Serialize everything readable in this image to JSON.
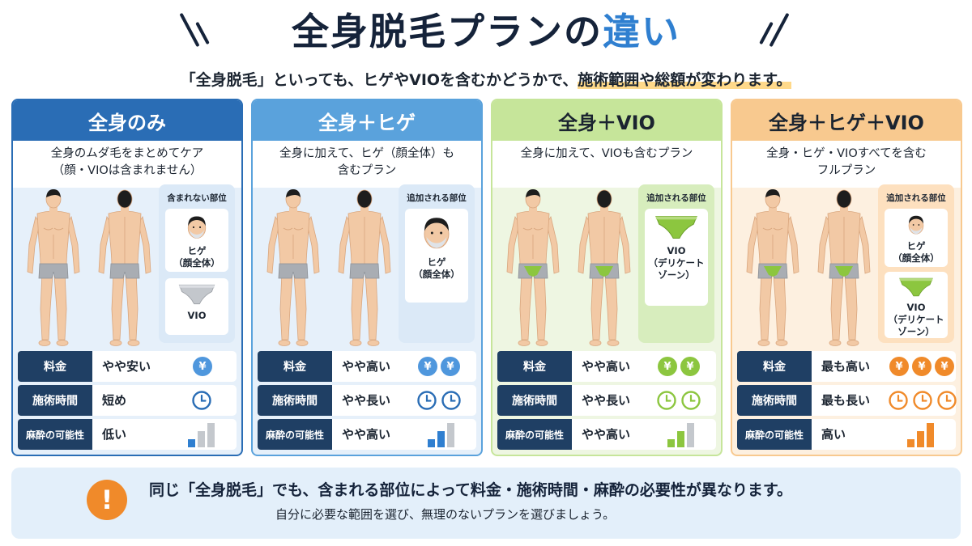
{
  "header": {
    "title_main": "全身脱毛プランの",
    "title_accent": "違い",
    "subtitle_lead": "「全身脱毛」といっても、ヒゲやVIOを含むかどうかで、",
    "subtitle_highlight": "施術範囲や総額が変わります。"
  },
  "row_labels": {
    "price": "料金",
    "time": "施術時間",
    "anesthesia": "麻酔の可能性"
  },
  "plans": [
    {
      "title": "全身のみ",
      "desc1": "全身のムダ毛をまとめてケア",
      "desc2": "（顔・VIOは含まれません）",
      "side_title": "含まれない部位",
      "side_item1": "ヒゲ\n（顔全体）",
      "side_item2": "VIO",
      "price": "やや安い",
      "price_level": 1,
      "time": "短め",
      "time_level": 1,
      "anesthesia": "低い",
      "anesthesia_level": 1,
      "color_head": "#2a6db5",
      "color_light": "#e6f0fa"
    },
    {
      "title": "全身＋ヒゲ",
      "desc1": "全身に加えて、ヒゲ（顔全体）も",
      "desc2": "含むプラン",
      "side_title": "追加される部位",
      "side_item1": "ヒゲ\n（顔全体）",
      "side_item2": "",
      "price": "やや高い",
      "price_level": 2,
      "time": "やや長い",
      "time_level": 2,
      "anesthesia": "やや高い",
      "anesthesia_level": 2,
      "color_head": "#5aa2dc",
      "color_light": "#e6f0fa"
    },
    {
      "title": "全身＋VIO",
      "desc1": "全身に加えて、VIOも含むプラン",
      "desc2": "",
      "side_title": "追加される部位",
      "side_item1": "VIO\n（デリケート\nゾーン）",
      "side_item2": "",
      "price": "やや高い",
      "price_level": 2,
      "time": "やや長い",
      "time_level": 2,
      "anesthesia": "やや高い",
      "anesthesia_level": 2,
      "color_head": "#c6e59a",
      "color_light": "#eef6e2"
    },
    {
      "title": "全身＋ヒゲ＋VIO",
      "desc1": "全身・ヒゲ・VIOすべてを含む",
      "desc2": "フルプラン",
      "side_title": "追加される部位",
      "side_item1": "ヒゲ\n（顔全体）",
      "side_item2": "VIO\n（デリケート\nゾーン）",
      "price": "最も高い",
      "price_level": 3,
      "time": "最も長い",
      "time_level": 3,
      "anesthesia": "高い",
      "anesthesia_level": 3,
      "color_head": "#f8c98f",
      "color_light": "#fdf0e0"
    }
  ],
  "notice": {
    "main": "同じ「全身脱毛」でも、含まれる部位によって料金・施術時間・麻酔の必要性が異なります。",
    "sub": "自分に必要な範囲を選び、無理のないプランを選びましょう。",
    "icon": "!"
  },
  "colors": {
    "blue_dark": "#2a6db5",
    "blue_light": "#5aa2dc",
    "green": "#8cc63f",
    "orange": "#f08a2a",
    "navy": "#1f3f64"
  }
}
